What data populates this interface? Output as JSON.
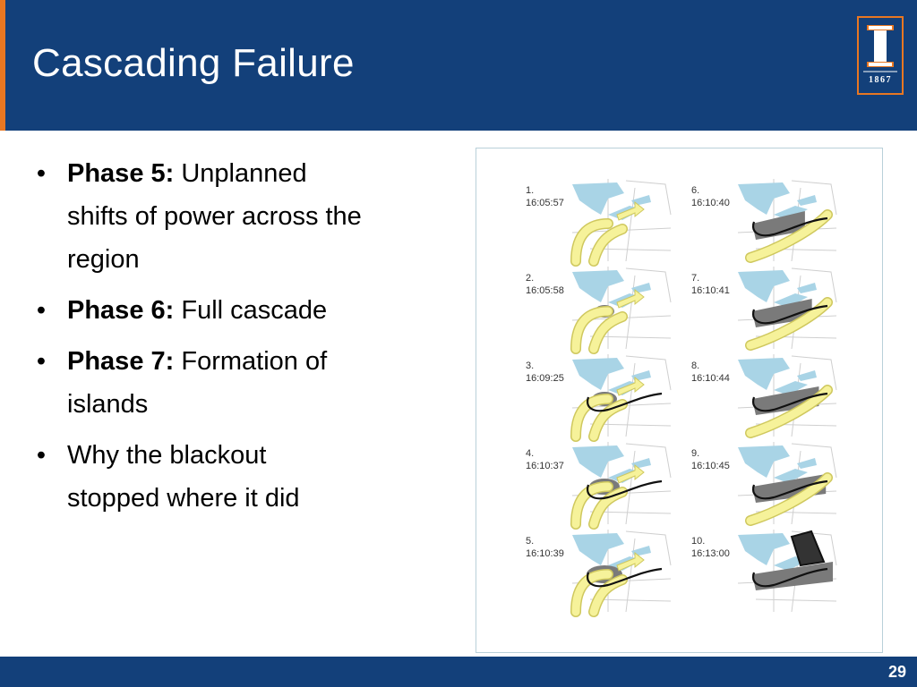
{
  "slide": {
    "title": "Cascading Failure",
    "page_number": "29",
    "logo_year": "1867"
  },
  "bullets": [
    {
      "bold": "Phase 5:",
      "lines": [
        "Unplanned",
        "shifts of power across the",
        "region"
      ]
    },
    {
      "bold": "Phase 6:",
      "lines": [
        "Full cascade"
      ]
    },
    {
      "bold": "Phase 7:",
      "lines": [
        "Formation of",
        "islands"
      ]
    },
    {
      "bold": "",
      "lines": [
        "Why the blackout",
        "stopped where it did"
      ]
    }
  ],
  "figure": {
    "panels": [
      {
        "num": "1.",
        "time": "16:05:57"
      },
      {
        "num": "2.",
        "time": "16:05:58"
      },
      {
        "num": "3.",
        "time": "16:09:25"
      },
      {
        "num": "4.",
        "time": "16:10:37"
      },
      {
        "num": "5.",
        "time": "16:10:39"
      },
      {
        "num": "6.",
        "time": "16:10:40"
      },
      {
        "num": "7.",
        "time": "16:10:41"
      },
      {
        "num": "8.",
        "time": "16:10:44"
      },
      {
        "num": "9.",
        "time": "16:10:45"
      },
      {
        "num": "10.",
        "time": "16:13:00"
      }
    ]
  },
  "colors": {
    "header": "#13407a",
    "accent": "#e87722",
    "lake": "#a9d4e6",
    "flow": "#f6f29a",
    "flow_edge": "#cfc85e",
    "outage": "#7a7a7a"
  }
}
